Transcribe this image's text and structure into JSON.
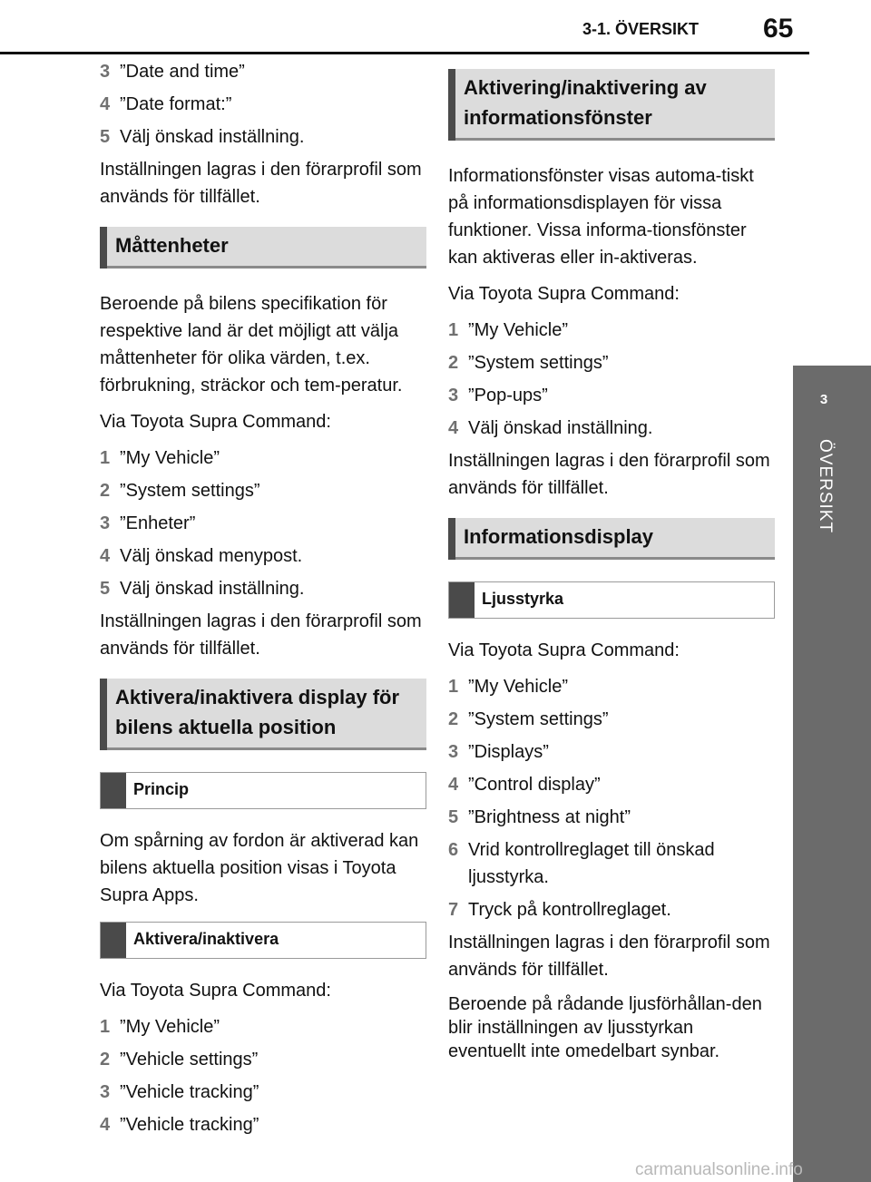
{
  "header": {
    "section": "3-1. ÖVERSIKT",
    "page_number": "65"
  },
  "side_tab": {
    "number": "3",
    "label": "ÖVERSIKT"
  },
  "left_column": {
    "steps_top": [
      {
        "num": "3",
        "text": "”Date and time”"
      },
      {
        "num": "4",
        "text": "”Date format:”"
      },
      {
        "num": "5",
        "text": "Välj önskad inställning."
      }
    ],
    "para_saved_1": "Inställningen lagras i den förarprofil som används för tillfället.",
    "heading_units": "Måttenheter",
    "para_units": "Beroende på bilens specifikation för respektive land är det möjligt att välja måttenheter för olika värden, t.ex. förbrukning, sträckor och tem-peratur.",
    "via_1": "Via Toyota Supra Command:",
    "steps_units": [
      {
        "num": "1",
        "text": "”My Vehicle”"
      },
      {
        "num": "2",
        "text": "”System settings”"
      },
      {
        "num": "3",
        "text": "”Enheter”"
      },
      {
        "num": "4",
        "text": "Välj önskad menypost."
      },
      {
        "num": "5",
        "text": "Välj önskad inställning."
      }
    ],
    "para_saved_2": "Inställningen lagras i den förarprofil som används för tillfället.",
    "heading_position": "Aktivera/inaktivera display för bilens aktuella position",
    "subheading_principle": "Princip",
    "para_principle": "Om spårning av fordon är aktiverad kan bilens aktuella position visas i Toyota Supra Apps.",
    "subheading_toggle": "Aktivera/inaktivera",
    "via_2": "Via Toyota Supra Command:",
    "steps_tracking": [
      {
        "num": "1",
        "text": "”My Vehicle”"
      },
      {
        "num": "2",
        "text": "”Vehicle settings”"
      },
      {
        "num": "3",
        "text": "”Vehicle tracking”"
      },
      {
        "num": "4",
        "text": "”Vehicle tracking”"
      }
    ]
  },
  "right_column": {
    "heading_popups": "Aktivering/inaktivering av informationsfönster",
    "para_popups": "Informationsfönster visas automa-tiskt på informationsdisplayen för vissa funktioner. Vissa informa-tionsfönster kan aktiveras eller in-aktiveras.",
    "via_1": "Via Toyota Supra Command:",
    "steps_popups": [
      {
        "num": "1",
        "text": "”My Vehicle”"
      },
      {
        "num": "2",
        "text": "”System settings”"
      },
      {
        "num": "3",
        "text": "”Pop-ups”"
      },
      {
        "num": "4",
        "text": "Välj önskad inställning."
      }
    ],
    "para_saved": "Inställningen lagras i den förarprofil som används för tillfället.",
    "heading_display": "Informationsdisplay",
    "subheading_brightness": "Ljusstyrka",
    "via_2": "Via Toyota Supra Command:",
    "steps_brightness": [
      {
        "num": "1",
        "text": "”My Vehicle”"
      },
      {
        "num": "2",
        "text": "”System settings”"
      },
      {
        "num": "3",
        "text": "”Displays”"
      },
      {
        "num": "4",
        "text": "”Control display”"
      },
      {
        "num": "5",
        "text": "”Brightness at night”"
      },
      {
        "num": "6",
        "text": "Vrid kontrollreglaget till önskad ljusstyrka."
      },
      {
        "num": "7",
        "text": "Tryck på kontrollreglaget."
      }
    ],
    "para_saved_2": "Inställningen lagras i den förarprofil som används för tillfället.",
    "para_note": "Beroende på rådande ljusförhållan-den blir inställningen av ljusstyrkan eventuellt inte omedelbart synbar."
  },
  "watermark": "carmanualsonline.info"
}
